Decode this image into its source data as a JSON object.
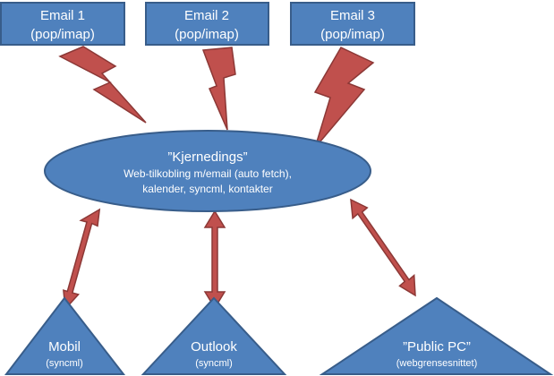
{
  "email_sources": [
    {
      "title": "Email 1",
      "subtitle": "(pop/imap)"
    },
    {
      "title": "Email 2",
      "subtitle": "(pop/imap)"
    },
    {
      "title": "Email 3",
      "subtitle": "(pop/imap)"
    }
  ],
  "core": {
    "title": "”Kjernedings”",
    "line1": "Web-tilkobling m/email (auto fetch),",
    "line2": "kalender, syncml, kontakter"
  },
  "clients": [
    {
      "title": "Mobil",
      "subtitle": "(syncml)"
    },
    {
      "title": "Outlook",
      "subtitle": "(syncml)"
    },
    {
      "title": "”Public PC”",
      "subtitle": "(webgrensesnittet)"
    }
  ],
  "colors": {
    "shape_fill": "#4f81bd",
    "shape_border": "#385d8a",
    "connector_fill": "#c0504d",
    "connector_border": "#8c3836",
    "text": "#ffffff"
  }
}
